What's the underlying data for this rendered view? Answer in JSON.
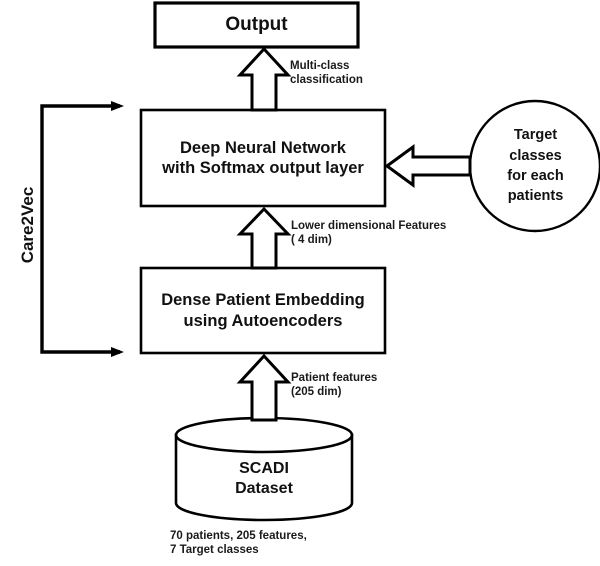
{
  "diagram": {
    "title_label": "Care2Vec",
    "nodes": {
      "output": {
        "label": "Output",
        "shape": "rectangle"
      },
      "dnn": {
        "label": "Deep Neural Network\nwith Softmax output layer",
        "shape": "rectangle"
      },
      "autoencoder": {
        "label": "Dense Patient Embedding\nusing Autoencoders",
        "shape": "rectangle"
      },
      "database": {
        "label": "SCADI\nDataset",
        "shape": "cylinder"
      },
      "target_classes": {
        "label": "Target\nclasses\nfor each\npatients",
        "shape": "circle"
      }
    },
    "edge_labels": {
      "multi_class": "Multi-class\nclassification",
      "lower_dim": "Lower dimensional Features\n( 4 dim)",
      "patient_features": "Patient features\n(205 dim)"
    },
    "captions": {
      "dataset_caption": "70 patients, 205 features,\n7 Target classes"
    },
    "colors": {
      "stroke": "#000000",
      "fill": "#ffffff",
      "text": "#111111"
    }
  }
}
